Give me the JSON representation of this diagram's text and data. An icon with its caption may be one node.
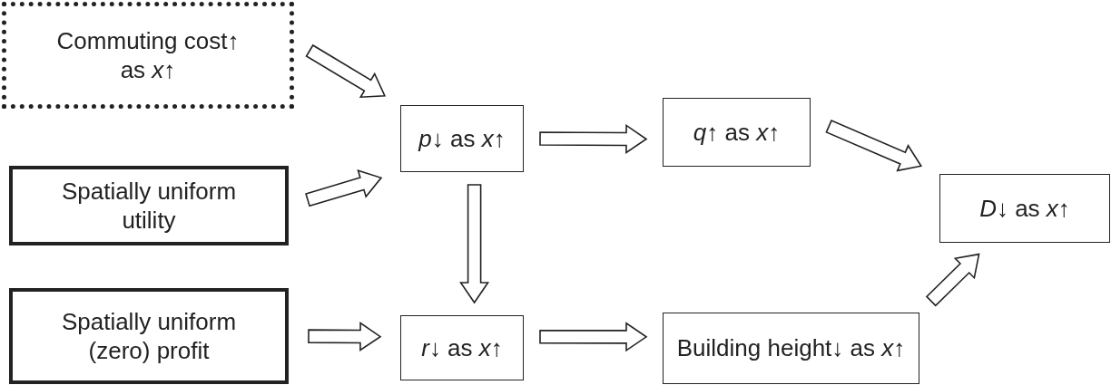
{
  "diagram": {
    "nodes": [
      {
        "text": [
          "Commuting cost↑ as *x*↑"
        ]
      },
      {
        "text": [
          "Spatially uniform utility"
        ]
      },
      {
        "text": [
          "Spatially uniform (zero) profit"
        ]
      },
      {
        "text": [
          "*p*↓ as *x*↑"
        ]
      },
      {
        "text": [
          "*q*↑ as *x*↑"
        ]
      },
      {
        "text": [
          "*D*↓ as *x*↑"
        ]
      },
      {
        "text": [
          "*r*↓ as *x*↑"
        ]
      },
      {
        "text": [
          "Building height↓ as *x*↑"
        ]
      }
    ],
    "edges": [
      {
        "from": 0,
        "to": 3,
        "arrow": "to"
      },
      {
        "from": 1,
        "to": 3,
        "arrow": "to"
      },
      {
        "from": 3,
        "to": 4,
        "arrow": "to"
      },
      {
        "from": 3,
        "to": 6,
        "arrow": "to"
      },
      {
        "from": 2,
        "to": 6,
        "arrow": "to"
      },
      {
        "from": 6,
        "to": 7,
        "arrow": "to"
      },
      {
        "from": 4,
        "to": 5,
        "arrow": "to"
      },
      {
        "from": 7,
        "to": 5,
        "arrow": "to"
      }
    ]
  }
}
